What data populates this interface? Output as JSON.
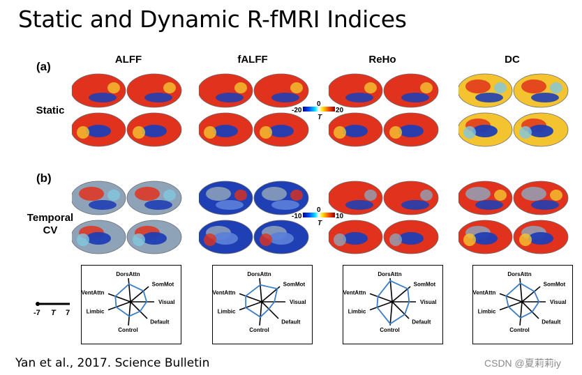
{
  "slide": {
    "title": "Static and Dynamic R-fMRI Indices",
    "citation": "Yan et al., 2017. Science Bulletin",
    "watermark": "CSDN @夏莉莉iy"
  },
  "figure": {
    "panel_a": "(a)",
    "panel_b": "(b)",
    "columns": [
      "ALFF",
      "fALFF",
      "ReHo",
      "DC"
    ],
    "row_static": "Static",
    "row_temporal": [
      "Temporal",
      "CV"
    ],
    "colorbar_static": {
      "min": "-20",
      "mid": "0",
      "max": "20",
      "unit": "T"
    },
    "colorbar_temporal": {
      "min": "-10",
      "mid": "0",
      "max": "10",
      "unit": "T"
    },
    "legend_scale": {
      "min": "-7",
      "mid": "T",
      "max": "7"
    },
    "colors": {
      "hot": "#e0321c",
      "warm": "#f4c430",
      "cool": "#1f3fb4",
      "neutral": "#8fa3b8",
      "cortex": "#b8c4cf",
      "radar_line": "#3b7dc4"
    },
    "radar_axes": [
      "DorsAttn",
      "SomMot",
      "Visual",
      "Default",
      "Control",
      "Limbic",
      "VentAttn"
    ]
  },
  "chart_data": [
    {
      "type": "radar",
      "title": "ALFF",
      "axes": [
        "DorsAttn",
        "SomMot",
        "Visual",
        "Default",
        "Control",
        "Limbic",
        "VentAttn"
      ],
      "range": [
        -7,
        7
      ],
      "values": [
        3.5,
        3,
        2.5,
        1,
        1.5,
        2,
        2.5
      ]
    },
    {
      "type": "radar",
      "title": "fALFF",
      "axes": [
        "DorsAttn",
        "SomMot",
        "Visual",
        "Default",
        "Control",
        "Limbic",
        "VentAttn"
      ],
      "range": [
        -7,
        7
      ],
      "values": [
        3,
        5,
        0.5,
        -1,
        2,
        3,
        3
      ]
    },
    {
      "type": "radar",
      "title": "ReHo",
      "axes": [
        "DorsAttn",
        "SomMot",
        "Visual",
        "Default",
        "Control",
        "Limbic",
        "VentAttn"
      ],
      "range": [
        -7,
        7
      ],
      "values": [
        5.5,
        5,
        3,
        3.5,
        6,
        2.5,
        2
      ]
    },
    {
      "type": "radar",
      "title": "DC",
      "axes": [
        "DorsAttn",
        "SomMot",
        "Visual",
        "Default",
        "Control",
        "Limbic",
        "VentAttn"
      ],
      "range": [
        -7,
        7
      ],
      "values": [
        4,
        2.5,
        3,
        1.5,
        2.5,
        1.5,
        3
      ]
    }
  ]
}
